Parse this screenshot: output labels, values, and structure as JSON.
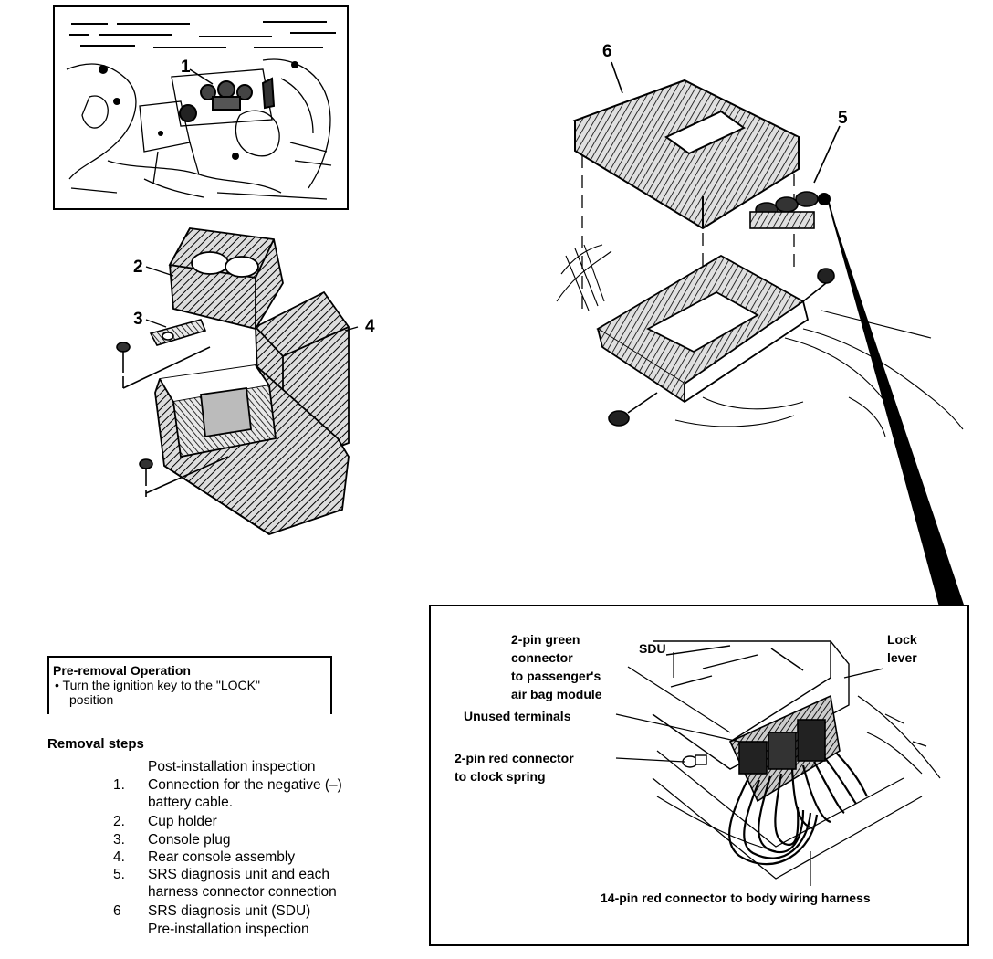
{
  "callouts": {
    "c1": "1",
    "c2": "2",
    "c3": "3",
    "c4": "4",
    "c5": "5",
    "c6": "6"
  },
  "detail": {
    "green_connector": [
      "2-pin green",
      "connector",
      "to passenger's",
      "air bag module"
    ],
    "sdu": "SDU",
    "lock_lever": [
      "Lock",
      "lever"
    ],
    "unused_terminals": "Unused terminals",
    "red_connector": [
      "2-pin red connector",
      "to clock spring"
    ],
    "harness_connector": "14-pin red connector to body wiring harness"
  },
  "pre_removal": {
    "title": "Pre-removal Operation",
    "bullet": "•",
    "item_line1": "Turn the ignition key to the \"LOCK\"",
    "item_line2": "position"
  },
  "removal": {
    "title": "Removal steps",
    "pre_line": "Post-installation inspection",
    "steps": [
      {
        "num": "1.",
        "line1": "Connection for the negative (–)",
        "line2": "battery cable."
      },
      {
        "num": "2.",
        "line1": "Cup holder"
      },
      {
        "num": "3.",
        "line1": "Console plug"
      },
      {
        "num": "4.",
        "line1": "Rear console assembly"
      },
      {
        "num": "5.",
        "line1": "SRS diagnosis unit and each",
        "line2": "harness connector connection"
      },
      {
        "num": "6",
        "line1": "SRS diagnosis unit (SDU)"
      }
    ],
    "post_line": "Pre-installation inspection"
  }
}
